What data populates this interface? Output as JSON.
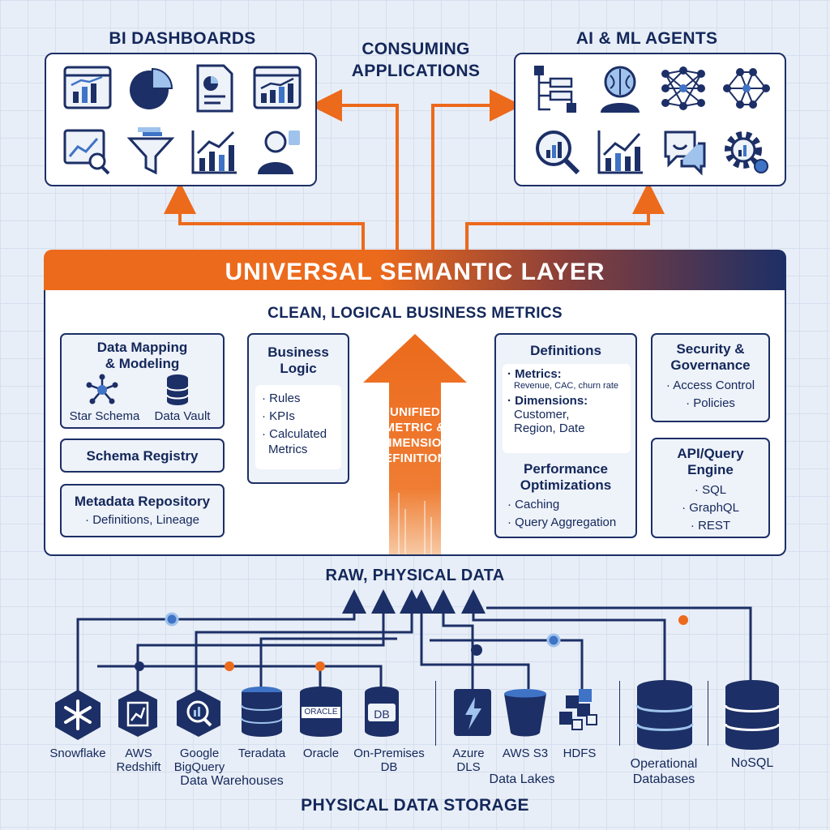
{
  "consuming": {
    "line1": "CONSUMING",
    "line2": "APPLICATIONS"
  },
  "bi": {
    "title": "BI DASHBOARDS",
    "icons": [
      "dashboard-icon",
      "pie-chart-icon",
      "report-icon",
      "analytics-window-icon",
      "magnifier-chart-icon",
      "filter-funnel-icon",
      "growth-chart-icon",
      "analyst-user-icon"
    ]
  },
  "ai": {
    "title": "AI & ML AGENTS",
    "icons": [
      "workflow-icon",
      "ai-brain-icon",
      "neural-network-icon",
      "network-graph-icon",
      "search-analytics-icon",
      "trend-chart-icon",
      "chat-bubble-icon",
      "gear-icon"
    ]
  },
  "semantic": {
    "title": "UNIVERSAL SEMANTIC LAYER",
    "subtitle": "CLEAN, LOGICAL BUSINESS METRICS",
    "data_mapping": {
      "title1": "Data Mapping",
      "title2": "& Modeling",
      "star": "Star Schema",
      "vault": "Data Vault"
    },
    "schema_registry": "Schema Registry",
    "metadata": {
      "title": "Metadata Repository",
      "item": "· Definitions, Lineage"
    },
    "business_logic": {
      "title1": "Business",
      "title2": "Logic",
      "items": [
        "· Rules",
        "· KPIs",
        "· Calculated",
        "Metrics"
      ]
    },
    "unified": {
      "line1": "UNIFIED",
      "line2": "METRIC &",
      "line3": "DIMENSION",
      "line4": "DEFINITIONS"
    },
    "definitions": {
      "title": "Definitions",
      "metrics_label": "· Metrics:",
      "metrics_value": "Revenue, CAC, churn rate",
      "dimensions_label": "· Dimensions:",
      "dim1": "Customer,",
      "dim2": "Region, Date"
    },
    "performance": {
      "title1": "Performance",
      "title2": "Optimizations",
      "items": [
        "· Caching",
        "· Query Aggregation"
      ]
    },
    "security": {
      "title1": "Security &",
      "title2": "Governance",
      "items": [
        "· Access Control",
        "· Policies"
      ]
    },
    "api": {
      "title1": "API/Query",
      "title2": "Engine",
      "items": [
        "· SQL",
        "· GraphQL",
        "· REST"
      ]
    }
  },
  "raw_label": "RAW, PHYSICAL DATA",
  "storage": {
    "title": "PHYSICAL DATA STORAGE",
    "sources": [
      {
        "label1": "Snowflake",
        "label2": "",
        "icon": "snowflake-icon"
      },
      {
        "label1": "AWS",
        "label2": "Redshift",
        "icon": "redshift-icon"
      },
      {
        "label1": "Google",
        "label2": "BigQuery",
        "icon": "bigquery-icon"
      },
      {
        "label1": "Teradata",
        "label2": "",
        "icon": "teradata-icon"
      },
      {
        "label1": "Oracle",
        "label2": "",
        "icon": "oracle-icon",
        "logo": "ORACLE"
      },
      {
        "label1": "On-Premises",
        "label2": "DB",
        "icon": "onprem-db-icon",
        "logo": "DB"
      },
      {
        "label1": "Azure",
        "label2": "DLS",
        "icon": "azure-dls-icon"
      },
      {
        "label1": "AWS S3",
        "label2": "",
        "icon": "s3-bucket-icon"
      },
      {
        "label1": "HDFS",
        "label2": "",
        "icon": "hdfs-icon"
      },
      {
        "label1": "Operational",
        "label2": "Databases",
        "icon": "operational-db-icon"
      },
      {
        "label1": "NoSQL",
        "label2": "",
        "icon": "nosql-icon"
      }
    ],
    "group_warehouses": "Data Warehouses",
    "group_lakes": "Data Lakes"
  },
  "colors": {
    "navy": "#1c2f66",
    "orange": "#ec6a1c",
    "blue": "#3f73c6",
    "light_blue": "#9fc3ec"
  }
}
